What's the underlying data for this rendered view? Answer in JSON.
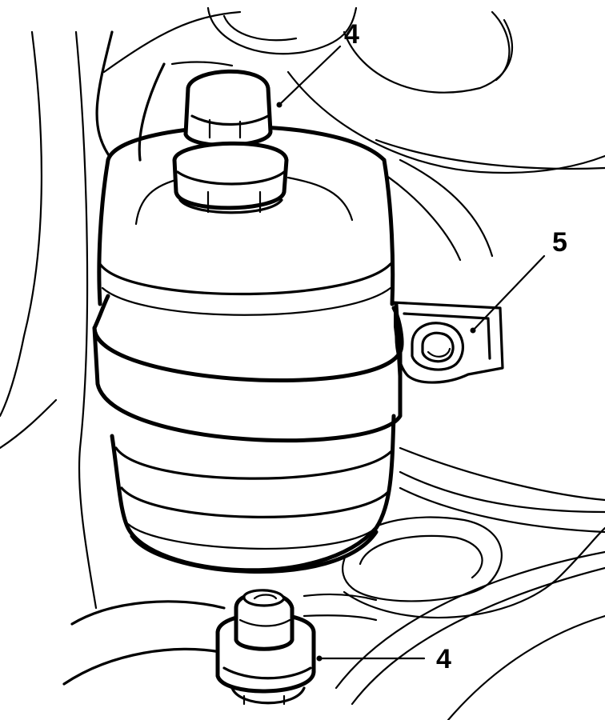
{
  "diagram": {
    "callouts": [
      {
        "id": "callout-top",
        "label": "4"
      },
      {
        "id": "callout-bracket",
        "label": "5"
      },
      {
        "id": "callout-bottom",
        "label": "4"
      }
    ]
  }
}
